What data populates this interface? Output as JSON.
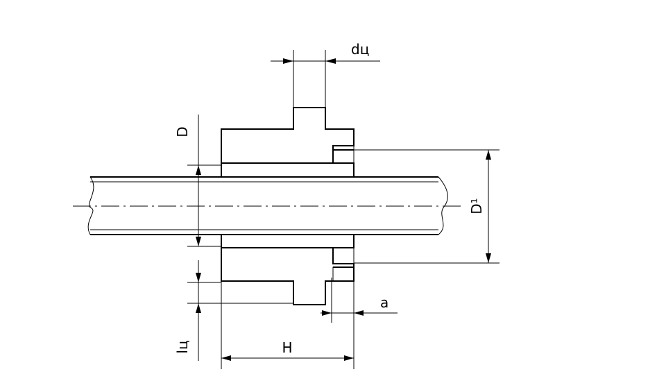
{
  "labels": {
    "du": "dц",
    "D": "D",
    "D1": "D¹",
    "a": "a",
    "lu": "lц",
    "H": "H"
  }
}
